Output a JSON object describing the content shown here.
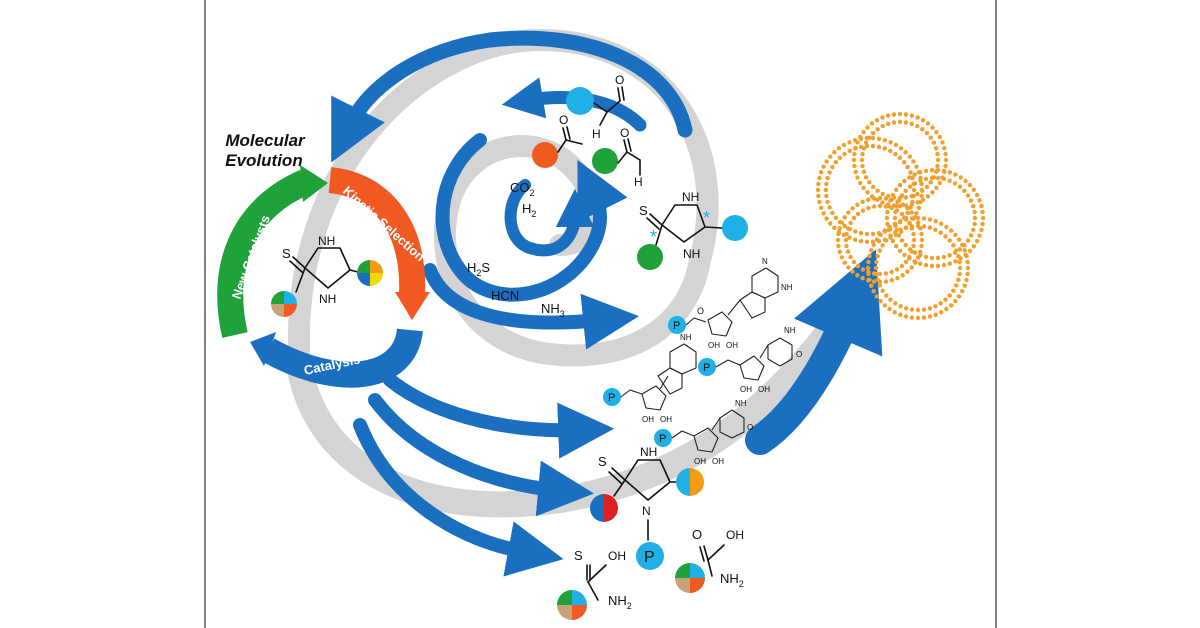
{
  "labels": {
    "molecular": "Molecular",
    "evolution": "Evolution",
    "new_catalysts": "New Catalysts",
    "kinetic_selection": "Kinetic Selection",
    "catalysis": "Catalysis"
  },
  "feedstock": {
    "co2": "CO",
    "co2_sub": "2",
    "h2": "H",
    "h2_sub": "2",
    "h2s": "H",
    "h2s_sub": "2",
    "h2s_tail": "S",
    "hcn": "HCN",
    "nh3": "NH",
    "nh3_sub": "3"
  },
  "atoms": {
    "S": "S",
    "N": "N",
    "H": "H",
    "NH": "NH",
    "NH2": "NH",
    "NH2_sub": "2",
    "O": "O",
    "OH": "OH",
    "P": "P",
    "star": "*"
  },
  "colors": {
    "blue": "#1a6fc0",
    "gray": "#d4d4d4",
    "green": "#1fa23a",
    "orange": "#f05a22",
    "cyan": "#1fb0e8",
    "red": "#e02020",
    "yellow": "#f5d800",
    "tan": "#c9a27a",
    "amber": "#f39c12",
    "membrane": "#f0a030"
  },
  "icons": [
    "spiral-arrow",
    "vesicle",
    "phosphate-circle",
    "substituent-pie"
  ]
}
